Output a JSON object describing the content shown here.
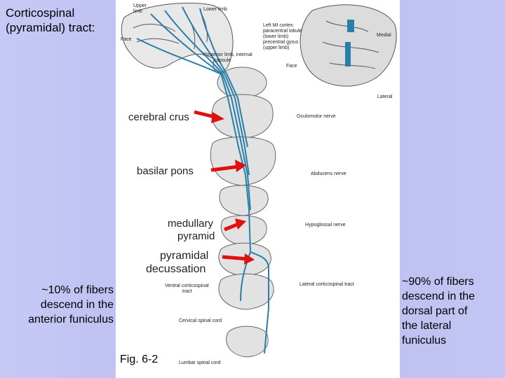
{
  "slide": {
    "title": "Corticospinal (pyramidal) tract:",
    "figure_label": "Fig. 6-2"
  },
  "labels": {
    "cerebral_crus": "cerebral crus",
    "basilar_pons": "basilar pons",
    "medullary_pyramid_1": "medullary",
    "medullary_pyramid_2": "pyramid",
    "pyramidal_decussation_1": "pyramidal",
    "pyramidal_decussation_2": "decussation",
    "left_note_1": "~10% of fibers",
    "left_note_2": "descend in the",
    "left_note_3": "anterior funiculus",
    "right_note_1": "~90% of fibers",
    "right_note_2": "descend in the",
    "right_note_3": "dorsal part of",
    "right_note_4": "the lateral",
    "right_note_5": "funiculus"
  },
  "figure_text": {
    "upper_limb_1": "Upper",
    "upper_limb_2": "limb",
    "lower_limb": "Lower limb",
    "face_left": "Face",
    "cortex_1": "Left MI cortex:",
    "cortex_2": "paracentral lobule",
    "cortex_3": "(lower limb)",
    "cortex_4": "precentral gyrus",
    "cortex_5": "(upper limb)",
    "medial": "Medial",
    "face_right": "Face",
    "lateral": "Lateral",
    "internal_capsule_1": "Posterior limb, internal",
    "internal_capsule_2": "capsule",
    "oculomotor": "Oculomotor nerve",
    "abducens": "Abducens nerve",
    "hypoglossal": "Hypoglossal nerve",
    "ventral_cst_1": "Ventral corticospinal",
    "ventral_cst_2": "tract",
    "lateral_cst": "Lateral corticospinal tract",
    "cervical": "Cervical spinal cord",
    "lumbar": "Lumbar spinal cord"
  },
  "colors": {
    "tract": "#2a7fa8",
    "arrow": "#e01010",
    "background": "#c3c5f3"
  }
}
